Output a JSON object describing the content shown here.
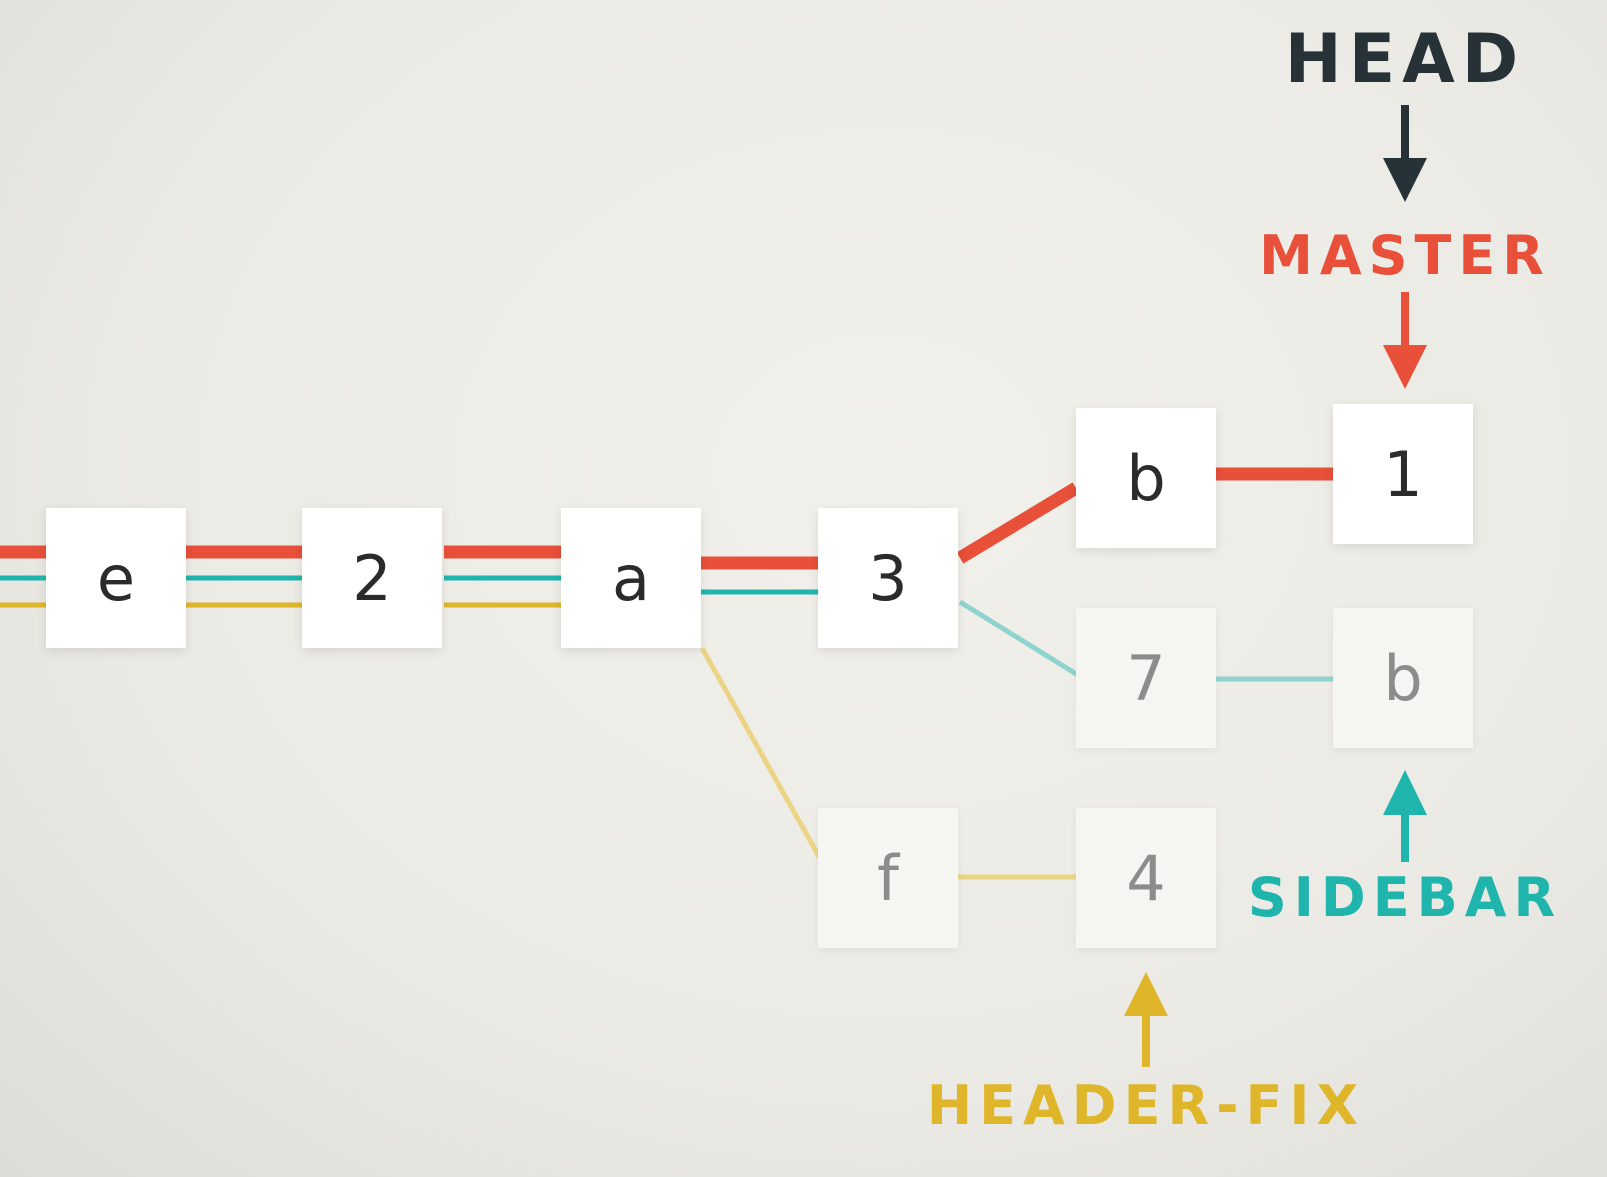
{
  "colors": {
    "master": "#e8503a",
    "sidebar": "#1fb5ad",
    "header_fix": "#dfb62a",
    "head": "#263238",
    "faded_sidebar": "#8fd3ce",
    "faded_header_fix": "#ecd486"
  },
  "labels": {
    "head": "HEAD",
    "master": "MASTER",
    "sidebar": "SIDEBAR",
    "header_fix": "HEADER-FIX"
  },
  "commits": {
    "e": "e",
    "c2": "2",
    "a": "a",
    "c3": "3",
    "b_master": "b",
    "c1": "1",
    "c7": "7",
    "b_sidebar": "b",
    "f": "f",
    "c4": "4"
  }
}
